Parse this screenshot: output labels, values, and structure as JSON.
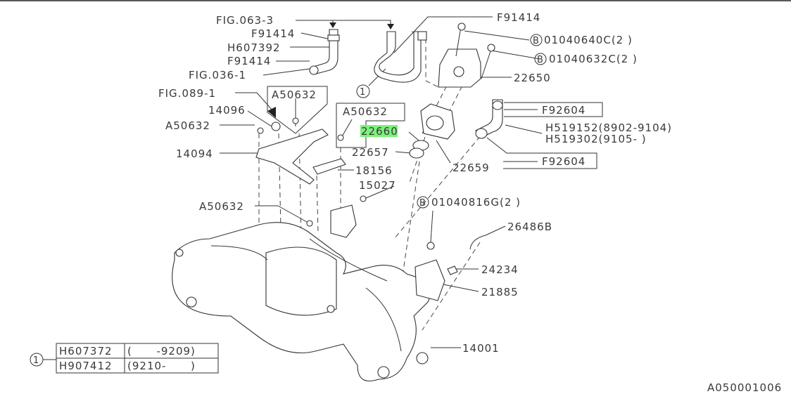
{
  "diagram_id": "A050001006",
  "highlight_color": "#7CF07C",
  "callouts": {
    "fig063_3": "FIG.063-3",
    "f91414_a": "F91414",
    "h607392": "H607392",
    "f91414_b": "F91414",
    "fig036_1": "FIG.036-1",
    "f91414_c": "F91414",
    "bolt_01040640c": "01040640C(2 )",
    "bolt_01040632c": "01040632C(2 )",
    "p22650": "22650",
    "ref1": "1",
    "fig089_1": "FIG.089-1",
    "a50632_box1": "A50632",
    "p14096": "14096",
    "a50632_box2": "A50632",
    "p22660_highlight": "2266",
    "p22660_rest": "0",
    "a50632_left": "A50632",
    "f92604_a": "F92604",
    "h519152": "H519152(8902-9104)",
    "h519302": "H519302(9105-     )",
    "p14094": "14094",
    "p22657": "22657",
    "f92604_b": "F92604",
    "p22659": "22659",
    "p18156": "18156",
    "p15027": "15027",
    "bolt_01040816g": "01040816G(2 )",
    "a50632_lower": "A50632",
    "p26486b": "26486B",
    "p24234": "24234",
    "p21885": "21885",
    "p14001": "14001",
    "bolt_marker": "B"
  },
  "ref_table": {
    "ref": "1",
    "rows": [
      {
        "part": "H607372",
        "range": "(      -9209)"
      },
      {
        "part": "H907412",
        "range": "(9210-      )"
      }
    ]
  }
}
